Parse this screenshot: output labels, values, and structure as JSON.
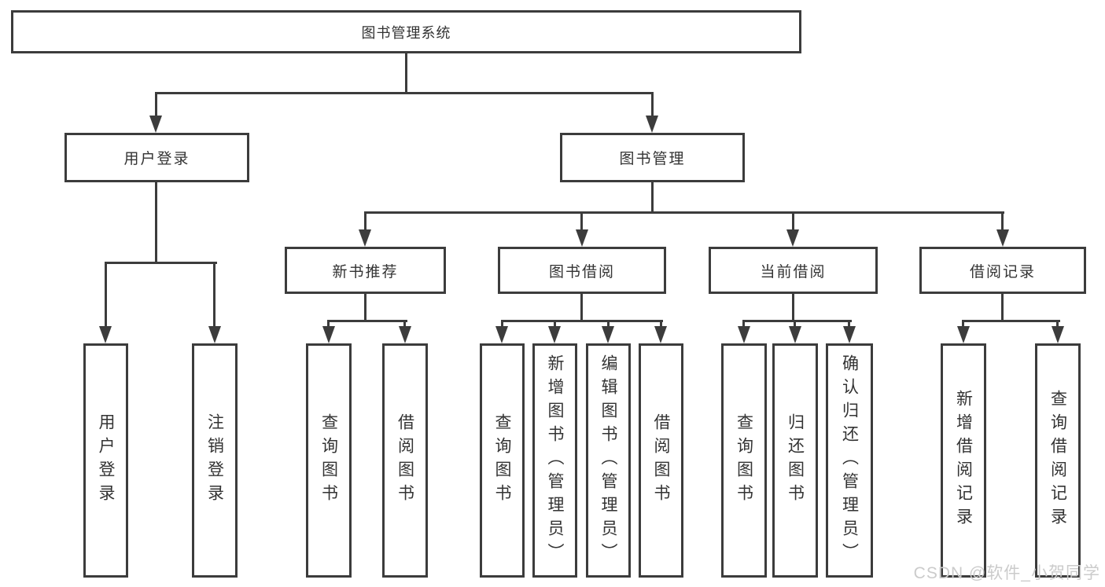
{
  "diagram_title": "图书管理系统",
  "colors": {
    "line": "#3c3c3c",
    "text": "#333333",
    "box_bg": "#ffffff",
    "watermark": "#cbcbcb"
  },
  "root": {
    "label": "图书管理系统"
  },
  "level2": [
    {
      "label": "用户登录",
      "parent": "图书管理系统"
    },
    {
      "label": "图书管理",
      "parent": "图书管理系统"
    }
  ],
  "level3": [
    {
      "label": "新书推荐",
      "parent": "图书管理"
    },
    {
      "label": "图书借阅",
      "parent": "图书管理"
    },
    {
      "label": "当前借阅",
      "parent": "图书管理"
    },
    {
      "label": "借阅记录",
      "parent": "图书管理"
    }
  ],
  "level4": [
    {
      "label": "用户登录",
      "parent": "用户登录"
    },
    {
      "label": "注销登录",
      "parent": "用户登录"
    },
    {
      "label": "查询图书",
      "parent": "新书推荐"
    },
    {
      "label": "借阅图书",
      "parent": "新书推荐"
    },
    {
      "label": "查询图书",
      "parent": "图书借阅"
    },
    {
      "label": "新增图书（管理员）",
      "parent": "图书借阅"
    },
    {
      "label": "编辑图书（管理员）",
      "parent": "图书借阅"
    },
    {
      "label": "借阅图书",
      "parent": "图书借阅"
    },
    {
      "label": "查询图书",
      "parent": "当前借阅"
    },
    {
      "label": "归还图书",
      "parent": "当前借阅"
    },
    {
      "label": "确认归还（管理员）",
      "parent": "当前借阅"
    },
    {
      "label": "新增借阅记录",
      "parent": "借阅记录"
    },
    {
      "label": "查询借阅记录",
      "parent": "借阅记录"
    }
  ],
  "watermark": "CSDN @软件_小贺同学"
}
